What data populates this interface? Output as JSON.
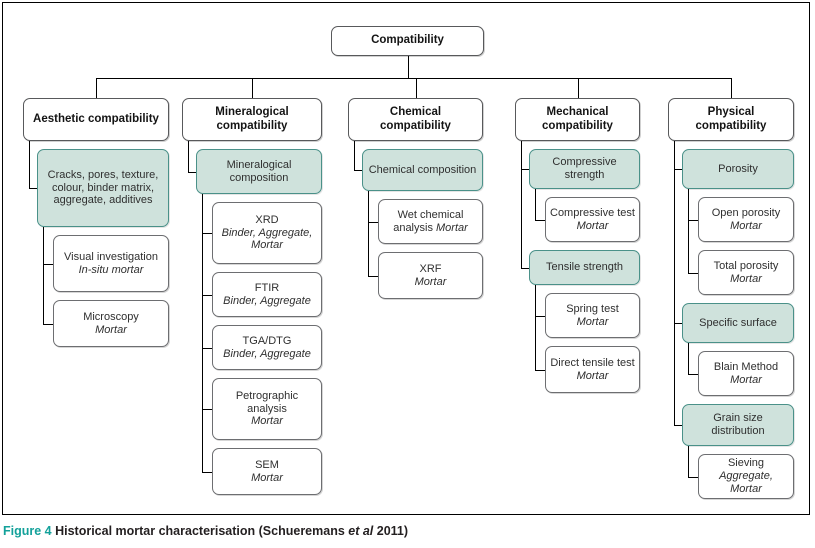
{
  "figure": {
    "label": "Figure 4",
    "title": "Historical mortar characterisation (Schueremans ",
    "title_italic": "et al",
    "title_tail": " 2011)"
  },
  "colors": {
    "green_fill": "#cfe2dc",
    "green_border": "#4a9189",
    "box_border": "#6d6e71",
    "line": "#000000",
    "caption_accent": "#13a19a"
  },
  "diagram": {
    "type": "tree",
    "root": {
      "label": "Compatibility"
    },
    "columns": [
      {
        "header": "Aesthetic compatibility",
        "groups": [
          {
            "label": "Cracks, pores, texture, colour, binder matrix, aggregate, additives",
            "highlighted": true,
            "children": [
              {
                "label": "Visual investigation",
                "sub": "In-situ mortar"
              },
              {
                "label": "Microscopy",
                "sub": "Mortar"
              }
            ]
          }
        ]
      },
      {
        "header": "Mineralogical compatibility",
        "groups": [
          {
            "label": "Mineralogical composition",
            "highlighted": true,
            "children": [
              {
                "label": "XRD",
                "sub": "Binder, Aggregate, Mortar"
              },
              {
                "label": "FTIR",
                "sub": "Binder, Aggregate"
              },
              {
                "label": "TGA/DTG",
                "sub": "Binder, Aggregate"
              },
              {
                "label": "Petrographic analysis",
                "sub": "Mortar"
              },
              {
                "label": "SEM",
                "sub": "Mortar"
              }
            ]
          }
        ]
      },
      {
        "header": "Chemical compatibility",
        "groups": [
          {
            "label": "Chemical composition",
            "highlighted": true,
            "children": [
              {
                "label": "Wet chemical analysis",
                "sub": "Mortar",
                "inline": true
              },
              {
                "label": "XRF",
                "sub": "Mortar"
              }
            ]
          }
        ]
      },
      {
        "header": "Mechanical compatibility",
        "groups": [
          {
            "label": "Compressive strength",
            "highlighted": true,
            "children": [
              {
                "label": "Compressive test",
                "sub": "Mortar",
                "inline": true
              }
            ]
          },
          {
            "label": "Tensile strength",
            "highlighted": true,
            "children": [
              {
                "label": "Spring test",
                "sub": "Mortar"
              },
              {
                "label": "Direct tensile test",
                "sub": "Mortar",
                "inline": true
              }
            ]
          }
        ]
      },
      {
        "header": "Physical compatibility",
        "groups": [
          {
            "label": "Porosity",
            "highlighted": true,
            "children": [
              {
                "label": "Open porosity",
                "sub": "Mortar"
              },
              {
                "label": "Total porosity",
                "sub": "Mortar"
              }
            ]
          },
          {
            "label": "Specific surface",
            "highlighted": true,
            "children": [
              {
                "label": "Blain Method",
                "sub": "Mortar"
              }
            ]
          },
          {
            "label": "Grain size distribution",
            "highlighted": true,
            "children": [
              {
                "label": "Sieving",
                "sub": "Aggregate, Mortar"
              }
            ]
          }
        ]
      }
    ]
  }
}
